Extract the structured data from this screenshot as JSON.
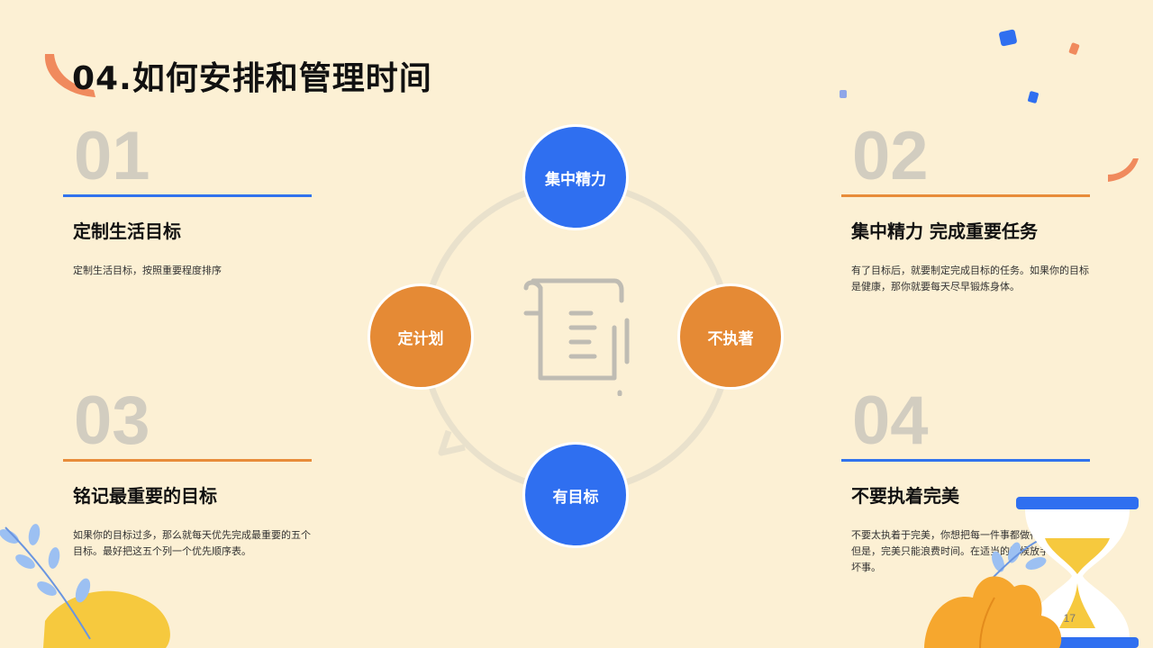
{
  "header": {
    "title": "04.如何安排和管理时间"
  },
  "sections": [
    {
      "number": "01",
      "title": "定制生活目标",
      "body": "定制生活目标，按照重要程度排序"
    },
    {
      "number": "02",
      "title": "集中精力 完成重要任务",
      "body": "有了目标后，就要制定完成目标的任务。如果你的目标是健康，那你就要每天尽早锻炼身体。"
    },
    {
      "number": "03",
      "title": "铭记最重要的目标",
      "body": "如果你的目标过多，那么就每天优先完成最重要的五个目标。最好把这五个列一个优先顺序表。"
    },
    {
      "number": "04",
      "title": "不要执着完美",
      "body": "不要太执着于完美，你想把每一件事都做得完美无缺。但是，完美只能浪费时间。在适当的时候放手不是一件坏事。"
    }
  ],
  "cycle": {
    "top": "集中精力",
    "right": "不执著",
    "bottom": "有目标",
    "left": "定计划"
  },
  "footer": {
    "page_number": "17"
  },
  "colors": {
    "background": "#fcf0d4",
    "blue": "#2f6ff0",
    "orange": "#e58a35",
    "number_gray": "#d2cdc0"
  },
  "icons": {
    "center": "scroll-document-icon"
  }
}
